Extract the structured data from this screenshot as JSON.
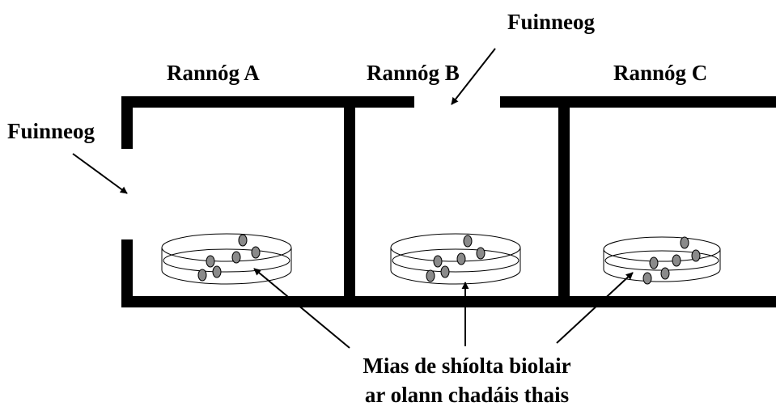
{
  "labels": {
    "section_a": "Rannóg A",
    "section_b": "Rannóg B",
    "section_c": "Rannóg C",
    "window_top": "Fuinneog",
    "window_left": "Fuinneog",
    "dish_caption_line1": "Mias de shíolta biolair",
    "dish_caption_line2": "ar olann chadáis thais"
  },
  "colors": {
    "walls": "#000000",
    "seeds": "#8a8a8a",
    "background": "#ffffff"
  }
}
